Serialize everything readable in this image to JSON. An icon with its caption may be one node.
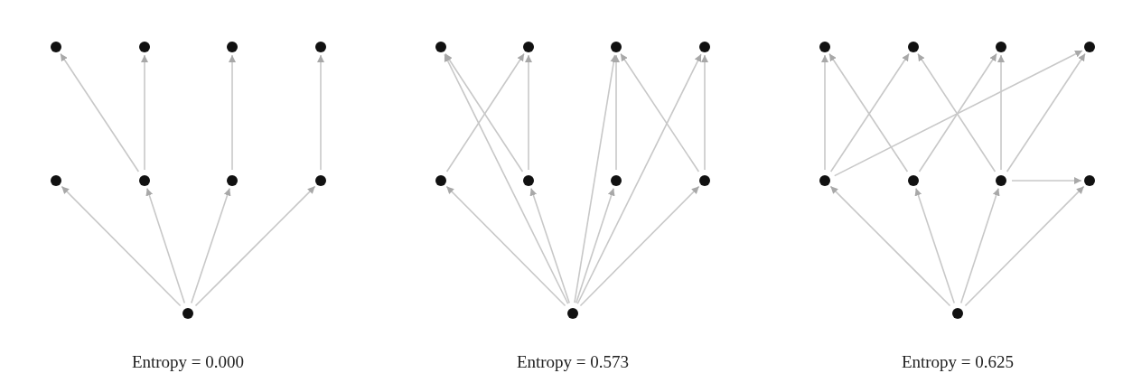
{
  "diagram": {
    "nodes": [
      {
        "text": [],
        "shape": "circle"
      },
      {
        "text": [],
        "shape": "circle"
      },
      {
        "text": [],
        "shape": "circle"
      },
      {
        "text": [],
        "shape": "circle"
      },
      {
        "text": [],
        "shape": "circle"
      },
      {
        "text": [],
        "shape": "circle"
      },
      {
        "text": [],
        "shape": "circle"
      },
      {
        "text": [],
        "shape": "circle"
      },
      {
        "text": [],
        "shape": "circle"
      },
      {
        "text": [],
        "shape": "circle"
      },
      {
        "text": [],
        "shape": "circle"
      },
      {
        "text": [],
        "shape": "circle"
      },
      {
        "text": [],
        "shape": "circle"
      },
      {
        "text": [],
        "shape": "circle"
      },
      {
        "text": [],
        "shape": "circle"
      },
      {
        "text": [],
        "shape": "circle"
      },
      {
        "text": [],
        "shape": "circle"
      },
      {
        "text": [],
        "shape": "circle"
      },
      {
        "text": [],
        "shape": "circle"
      },
      {
        "text": [],
        "shape": "circle"
      },
      {
        "text": [],
        "shape": "circle"
      },
      {
        "text": [],
        "shape": "circle"
      },
      {
        "text": [],
        "shape": "circle"
      },
      {
        "text": [],
        "shape": "circle"
      },
      {
        "text": [],
        "shape": "circle"
      },
      {
        "text": [],
        "shape": "circle"
      },
      {
        "text": [],
        "shape": "circle"
      }
    ],
    "edges": [
      {
        "from": 8,
        "to": 4,
        "arrow": "to"
      },
      {
        "from": 8,
        "to": 5,
        "arrow": "to"
      },
      {
        "from": 8,
        "to": 6,
        "arrow": "to"
      },
      {
        "from": 8,
        "to": 7,
        "arrow": "to"
      },
      {
        "from": 5,
        "to": 0,
        "arrow": "to"
      },
      {
        "from": 5,
        "to": 1,
        "arrow": "to"
      },
      {
        "from": 6,
        "to": 2,
        "arrow": "to"
      },
      {
        "from": 7,
        "to": 3,
        "arrow": "to"
      },
      {
        "from": 17,
        "to": 13,
        "arrow": "to"
      },
      {
        "from": 17,
        "to": 14,
        "arrow": "to"
      },
      {
        "from": 17,
        "to": 15,
        "arrow": "to"
      },
      {
        "from": 17,
        "to": 16,
        "arrow": "to"
      },
      {
        "from": 17,
        "to": 9,
        "arrow": "to"
      },
      {
        "from": 17,
        "to": 11,
        "arrow": "to"
      },
      {
        "from": 17,
        "to": 12,
        "arrow": "to"
      },
      {
        "from": 13,
        "to": 10,
        "arrow": "to"
      },
      {
        "from": 14,
        "to": 9,
        "arrow": "to"
      },
      {
        "from": 14,
        "to": 10,
        "arrow": "to"
      },
      {
        "from": 15,
        "to": 11,
        "arrow": "to"
      },
      {
        "from": 16,
        "to": 11,
        "arrow": "to"
      },
      {
        "from": 16,
        "to": 12,
        "arrow": "to"
      },
      {
        "from": 26,
        "to": 22,
        "arrow": "to"
      },
      {
        "from": 26,
        "to": 23,
        "arrow": "to"
      },
      {
        "from": 26,
        "to": 24,
        "arrow": "to"
      },
      {
        "from": 26,
        "to": 25,
        "arrow": "to"
      },
      {
        "from": 22,
        "to": 18,
        "arrow": "to"
      },
      {
        "from": 22,
        "to": 19,
        "arrow": "to"
      },
      {
        "from": 22,
        "to": 21,
        "arrow": "to"
      },
      {
        "from": 23,
        "to": 18,
        "arrow": "to"
      },
      {
        "from": 23,
        "to": 20,
        "arrow": "to"
      },
      {
        "from": 24,
        "to": 19,
        "arrow": "to"
      },
      {
        "from": 24,
        "to": 20,
        "arrow": "to"
      },
      {
        "from": 24,
        "to": 21,
        "arrow": "to"
      },
      {
        "from": 24,
        "to": 25,
        "arrow": "to"
      }
    ],
    "labels": [
      "Entropy = 0.000",
      "Entropy = 0.573",
      "Entropy = 0.625"
    ]
  }
}
